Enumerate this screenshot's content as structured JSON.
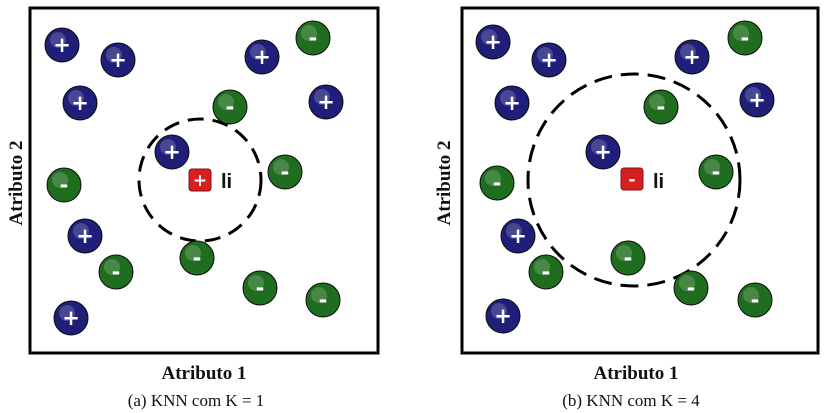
{
  "colors": {
    "positive": "#1f1f7a",
    "negative": "#1f6e1f",
    "query": "#d42020"
  },
  "symbols": {
    "positive": "+",
    "negative": "-"
  },
  "panels": [
    {
      "caption": "(a) KNN com K = 1",
      "xlabel": "Atributo 1",
      "ylabel": "Atributo 2",
      "query": {
        "label": "li",
        "symbol": "+"
      }
    },
    {
      "caption": "(b) KNN com K = 4",
      "xlabel": "Atributo 1",
      "ylabel": "Atributo 2",
      "query": {
        "label": "li",
        "symbol": "-"
      }
    }
  ]
}
